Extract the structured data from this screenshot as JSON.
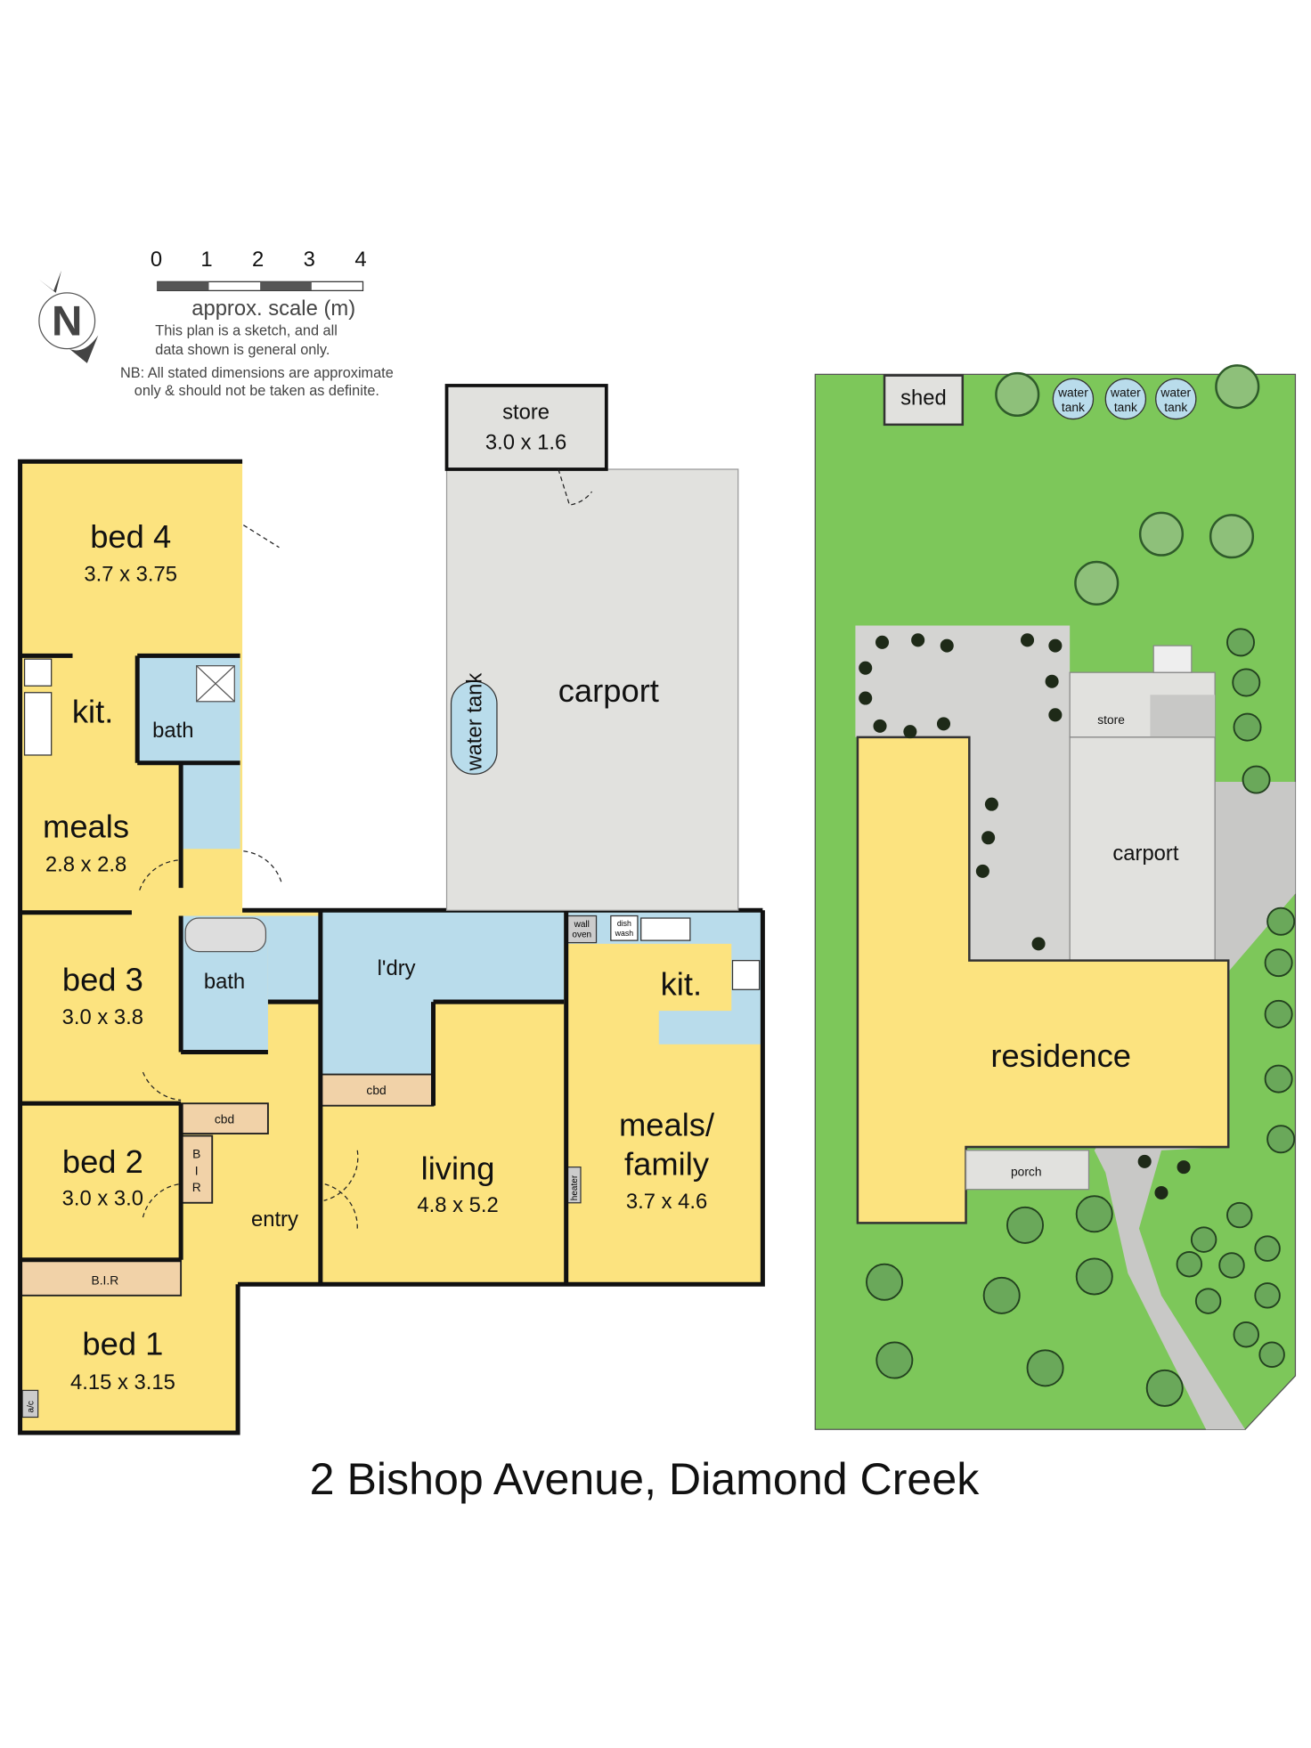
{
  "scale": {
    "ticks": [
      "0",
      "1",
      "2",
      "3",
      "4"
    ],
    "label": "approx. scale (m)",
    "note1": "This plan is a sketch, and all",
    "note2": "data shown is general only.",
    "note3": "NB: All stated dimensions are approximate",
    "note4": "only & should not be taken as definite."
  },
  "compass": {
    "letter": "N"
  },
  "floorplan": {
    "bed4": {
      "name": "bed 4",
      "dim": "3.7 x 3.75"
    },
    "kit1": {
      "name": "kit."
    },
    "bath1": {
      "name": "bath"
    },
    "meals1": {
      "name": "meals",
      "dim": "2.8 x 2.8"
    },
    "bed3": {
      "name": "bed 3",
      "dim": "3.0 x 3.8"
    },
    "bath2": {
      "name": "bath"
    },
    "laundry": {
      "name": "l'dry"
    },
    "cbd1": "cbd",
    "cbd2": "cbd",
    "bir_vertical": [
      "B",
      "I",
      "R"
    ],
    "bed2": {
      "name": "bed 2",
      "dim": "3.0 x 3.0"
    },
    "entry": {
      "name": "entry"
    },
    "living": {
      "name": "living",
      "dim": "4.8 x 5.2"
    },
    "kit2": {
      "name": "kit."
    },
    "wall_oven": [
      "wall",
      "oven"
    ],
    "dish_wash": [
      "dish",
      "wash"
    ],
    "heater": "heater",
    "meals_family": {
      "name1": "meals/",
      "name2": "family",
      "dim": "3.7 x 4.6"
    },
    "bir": "B.I.R",
    "bed1": {
      "name": "bed 1",
      "dim": "4.15 x 3.15"
    },
    "ac": "a/c",
    "store": {
      "name": "store",
      "dim": "3.0 x 1.6"
    },
    "carport": {
      "name": "carport"
    },
    "water_tank": "water tank"
  },
  "siteplan": {
    "shed": "shed",
    "tanks": [
      [
        "water",
        "tank"
      ],
      [
        "water",
        "tank"
      ],
      [
        "water",
        "tank"
      ]
    ],
    "store": "store",
    "carport": "carport",
    "residence": "residence",
    "porch": "porch"
  },
  "title": "2 Bishop Avenue, Diamond Creek"
}
